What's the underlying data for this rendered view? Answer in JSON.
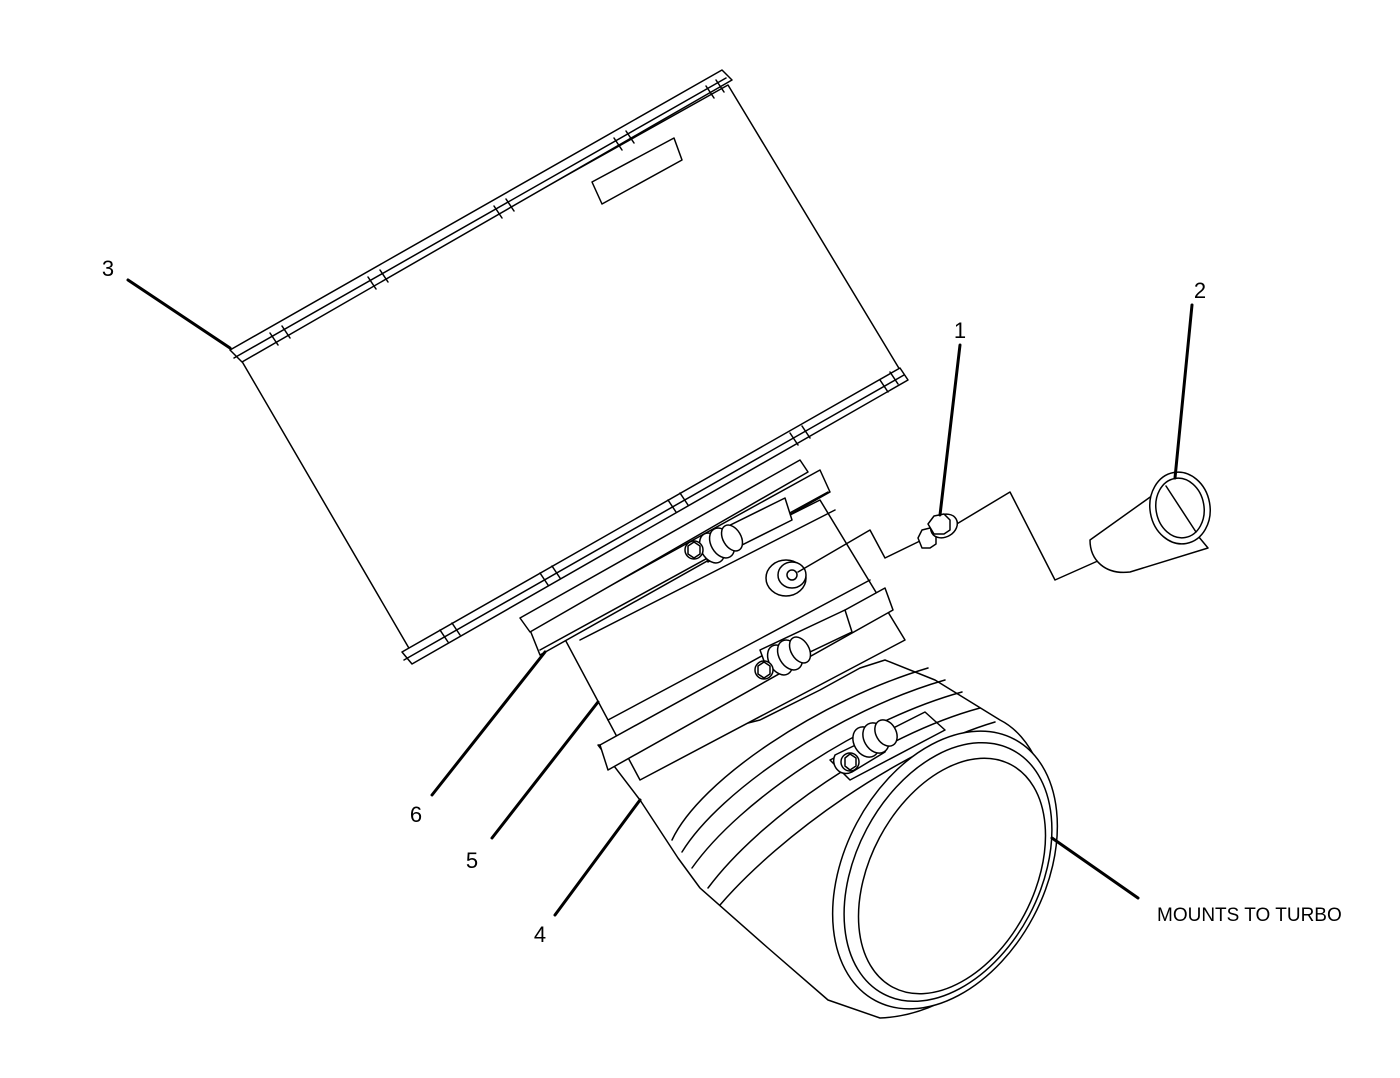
{
  "diagram": {
    "callouts": [
      {
        "id": "1",
        "label": "1"
      },
      {
        "id": "2",
        "label": "2"
      },
      {
        "id": "3",
        "label": "3"
      },
      {
        "id": "4",
        "label": "4"
      },
      {
        "id": "5",
        "label": "5"
      },
      {
        "id": "6",
        "label": "6"
      }
    ],
    "annotation": "MOUNTS TO TURBO"
  }
}
